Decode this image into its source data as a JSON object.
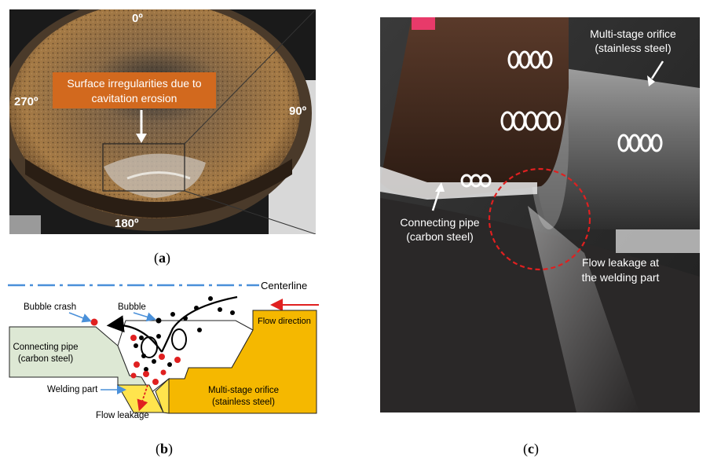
{
  "panel_a": {
    "caption_open": "(",
    "caption_letter": "a",
    "caption_close": ")",
    "angle_top": "0º",
    "angle_left": "270º",
    "angle_right": "90º",
    "angle_bottom": "180º",
    "callout_line1": "Surface irregularities due to",
    "callout_line2": "cavitation erosion",
    "callout_bg": "#d2691e"
  },
  "panel_b": {
    "caption_open": "(",
    "caption_letter": "b",
    "caption_close": ")",
    "centerline": "Centerline",
    "bubble_crash": "Bubble crash",
    "bubble": "Bubble",
    "flow_direction": "Flow direction",
    "connecting_pipe_line1": "Connecting pipe",
    "connecting_pipe_line2": "(carbon steel)",
    "welding_part": "Welding part",
    "orifice_line1": "Multi-stage orifice",
    "orifice_line2": "(stainless steel)",
    "flow_leakage": "Flow leakage",
    "colors": {
      "pipe": "#dde8d4",
      "orifice": "#f5b800",
      "weld": "#ffe44d",
      "centerline": "#4a90d9",
      "flow_arrow": "#e02020"
    }
  },
  "panel_c": {
    "caption_open": "(",
    "caption_letter": "c",
    "caption_close": ")",
    "orifice_line1": "Multi-stage orifice",
    "orifice_line2": "(stainless steel)",
    "pipe_line1": "Connecting pipe",
    "pipe_line2": "(carbon steel)",
    "leak_line1": "Flow leakage at",
    "leak_line2": "the welding part",
    "circle_color": "#e02020"
  }
}
